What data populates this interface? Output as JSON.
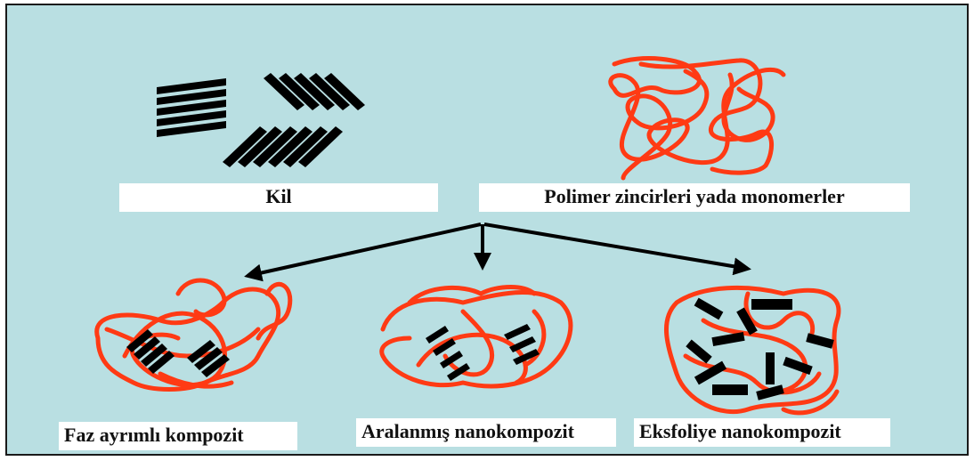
{
  "colors": {
    "background": "#b9dfe2",
    "polymer": "#ff3a14",
    "clay": "#000000",
    "label_background": "#ffffff"
  },
  "labels": {
    "clay": "Kil",
    "polymer": "Polimer zincirleri yada monomerler",
    "phase_separated": "Faz ayrımlı kompozit",
    "intercalated": "Aralanmış nanokompozit",
    "exfoliated": "Eksfoliye nanokompozit"
  }
}
